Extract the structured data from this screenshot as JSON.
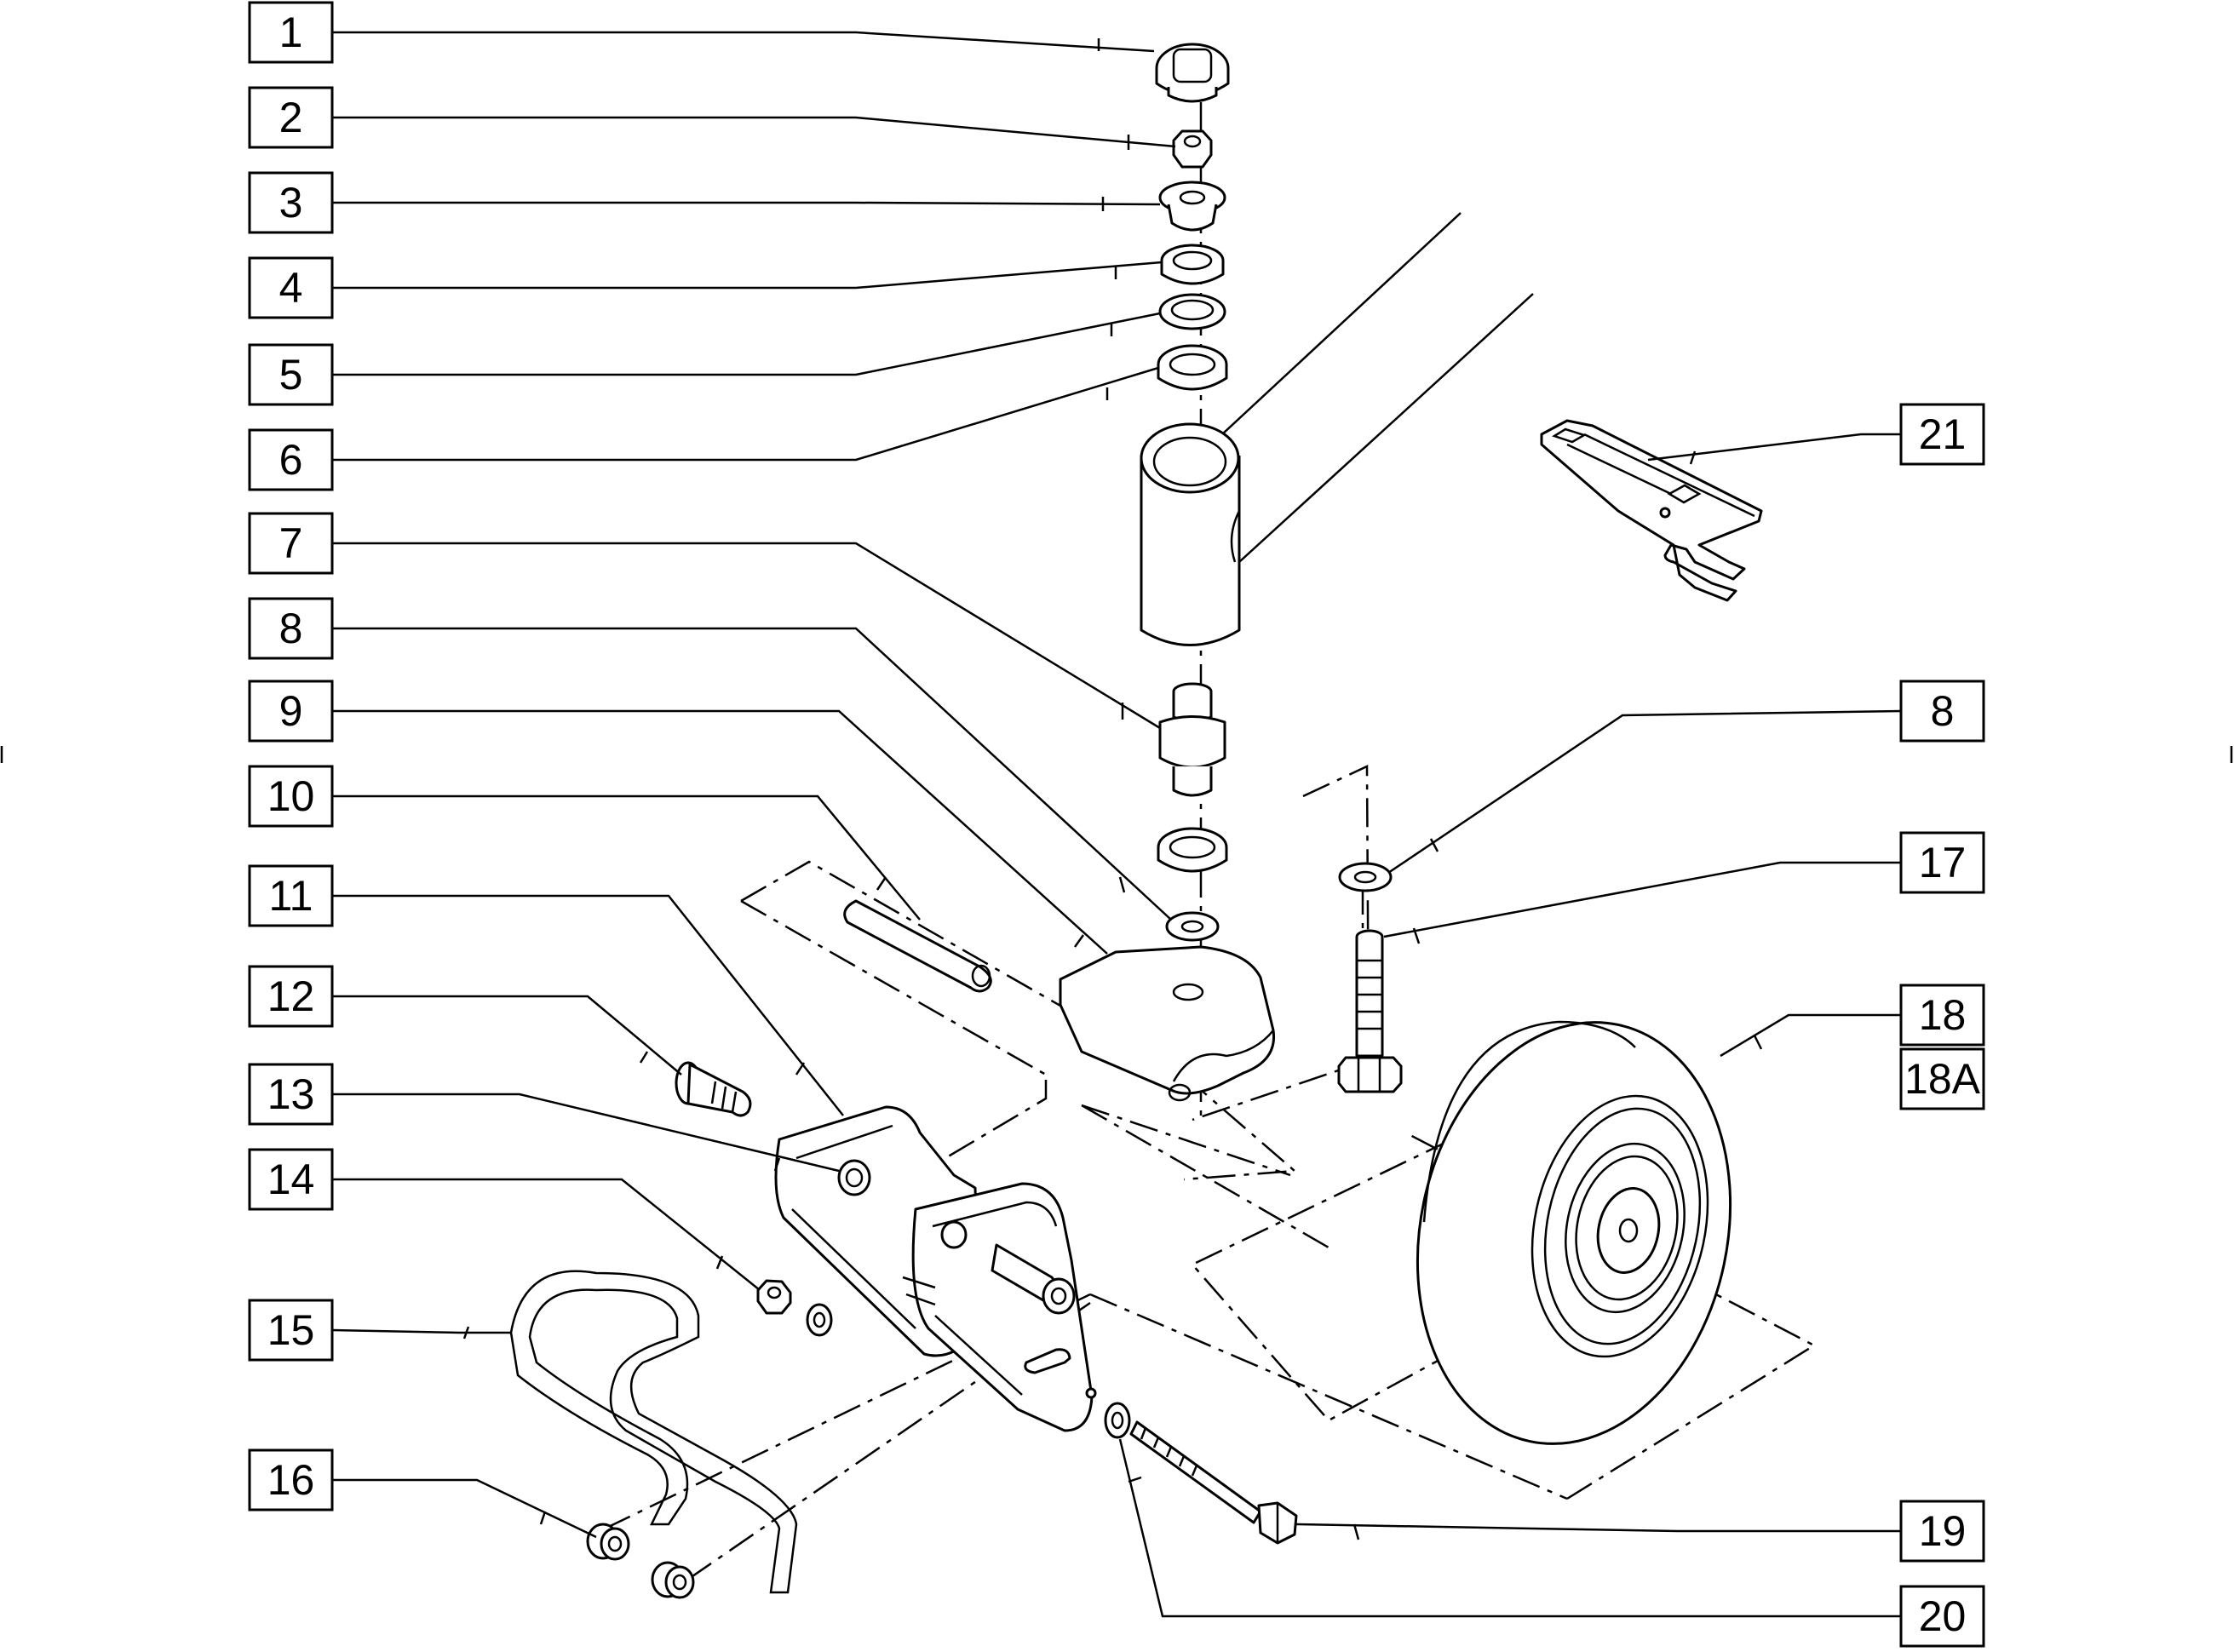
{
  "diagram": {
    "callouts": [
      {
        "id": "c1",
        "text": "1"
      },
      {
        "id": "c2",
        "text": "2"
      },
      {
        "id": "c3",
        "text": "3"
      },
      {
        "id": "c4",
        "text": "4"
      },
      {
        "id": "c5",
        "text": "5"
      },
      {
        "id": "c6",
        "text": "6"
      },
      {
        "id": "c7",
        "text": "7"
      },
      {
        "id": "c8",
        "text": "8"
      },
      {
        "id": "c9",
        "text": "9"
      },
      {
        "id": "c10",
        "text": "10"
      },
      {
        "id": "c11",
        "text": "11"
      },
      {
        "id": "c12",
        "text": "12"
      },
      {
        "id": "c13",
        "text": "13"
      },
      {
        "id": "c14",
        "text": "14"
      },
      {
        "id": "c15",
        "text": "15"
      },
      {
        "id": "c16",
        "text": "16"
      },
      {
        "id": "c21",
        "text": "21"
      },
      {
        "id": "c8b",
        "text": "8"
      },
      {
        "id": "c17",
        "text": "17"
      },
      {
        "id": "c18",
        "text": "18"
      },
      {
        "id": "c18a",
        "text": "18A"
      },
      {
        "id": "c19",
        "text": "19"
      },
      {
        "id": "c20",
        "text": "20"
      }
    ]
  }
}
